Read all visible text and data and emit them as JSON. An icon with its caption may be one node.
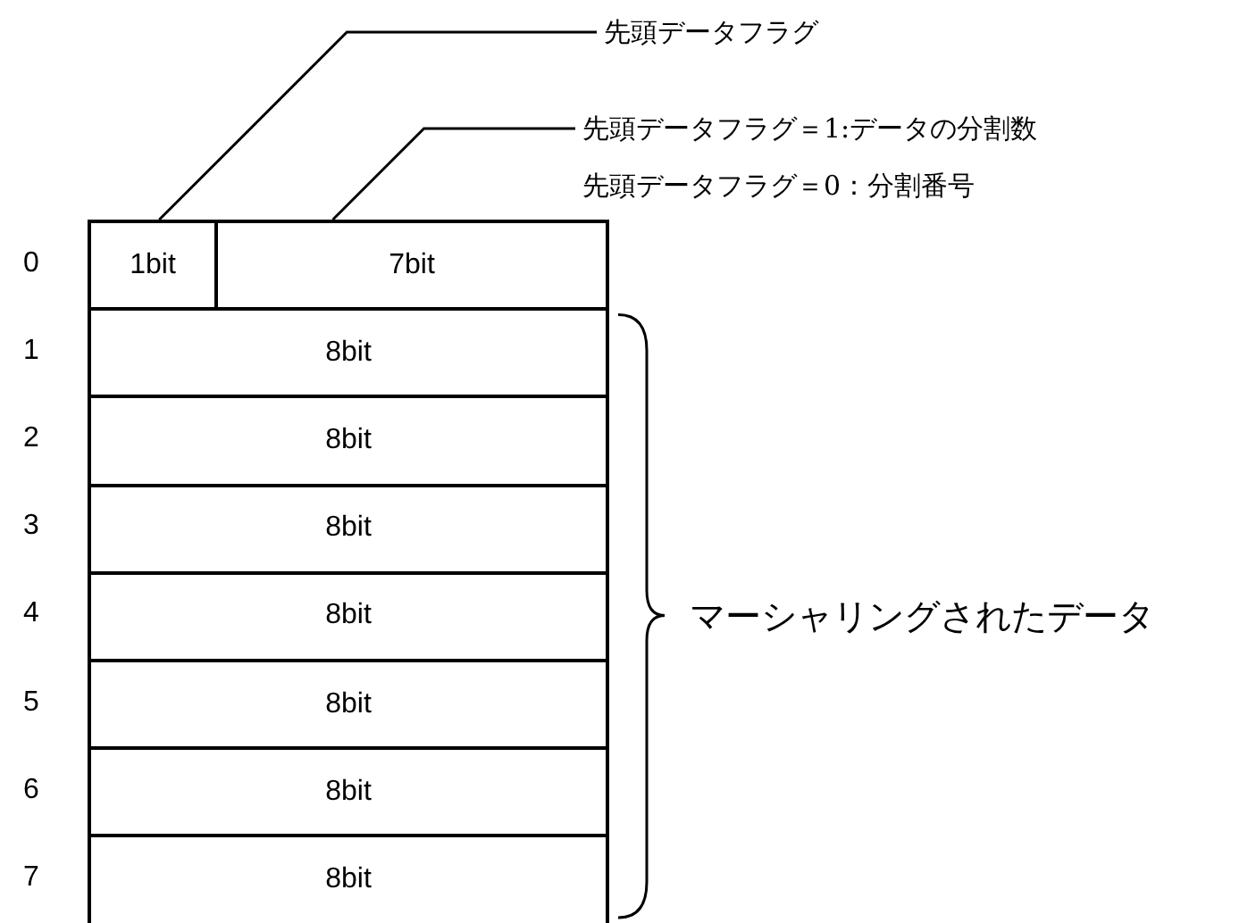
{
  "diagram": {
    "nodes": [
      {
        "text": [
          "先頭データフラグ"
        ]
      },
      {
        "text": [
          "先頭データフラグ＝1:データの分割数",
          "先頭データフラグ＝0：分割番号"
        ]
      },
      {
        "text": [
          "1bit"
        ]
      },
      {
        "text": [
          "7bit"
        ]
      },
      {
        "text": [
          "8bit"
        ]
      },
      {
        "text": [
          "8bit"
        ]
      },
      {
        "text": [
          "8bit"
        ]
      },
      {
        "text": [
          "8bit"
        ]
      },
      {
        "text": [
          "8bit"
        ]
      },
      {
        "text": [
          "8bit"
        ]
      },
      {
        "text": [
          "8bit"
        ]
      }
    ],
    "edges": [
      {
        "from": 0,
        "to": 2,
        "arrow": "none"
      },
      {
        "from": 1,
        "to": 3,
        "arrow": "none"
      }
    ],
    "labels": [
      "0",
      "1",
      "2",
      "3",
      "4",
      "マーシャリングされたデータ",
      "5",
      "6",
      "7"
    ]
  }
}
